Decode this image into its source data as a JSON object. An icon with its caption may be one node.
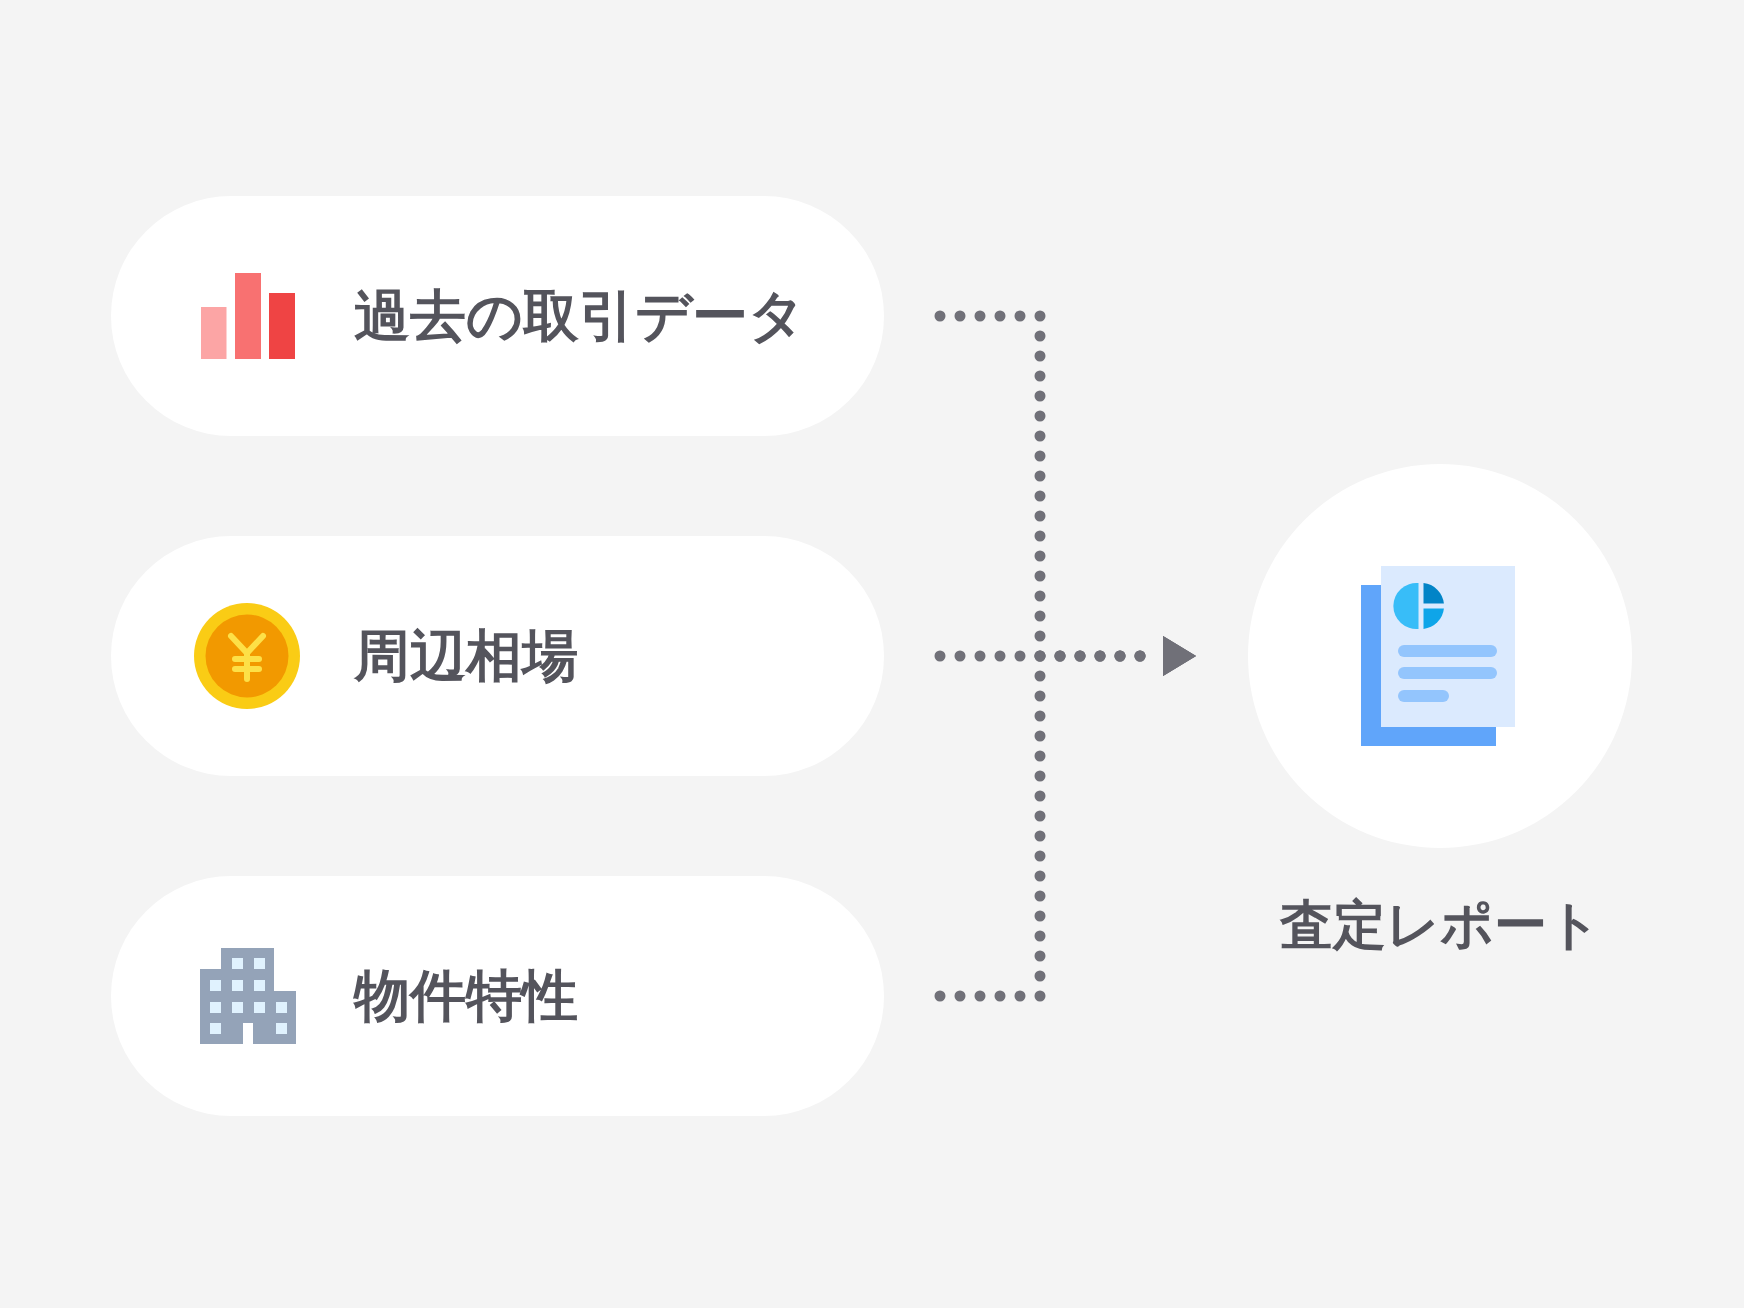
{
  "diagram": {
    "nodes": [
      {
        "text": [
          "過去の取引データ"
        ]
      },
      {
        "text": [
          "周辺相場"
        ]
      },
      {
        "text": [
          "物件特性"
        ]
      },
      {
        "text": [
          "査定レポート"
        ]
      }
    ],
    "edges": [
      {
        "from": 0,
        "to": 3,
        "arrow": "to",
        "style": "dashed"
      },
      {
        "from": 1,
        "to": 3,
        "arrow": "to",
        "style": "dashed"
      },
      {
        "from": 2,
        "to": 3,
        "arrow": "to",
        "style": "dashed"
      }
    ]
  }
}
